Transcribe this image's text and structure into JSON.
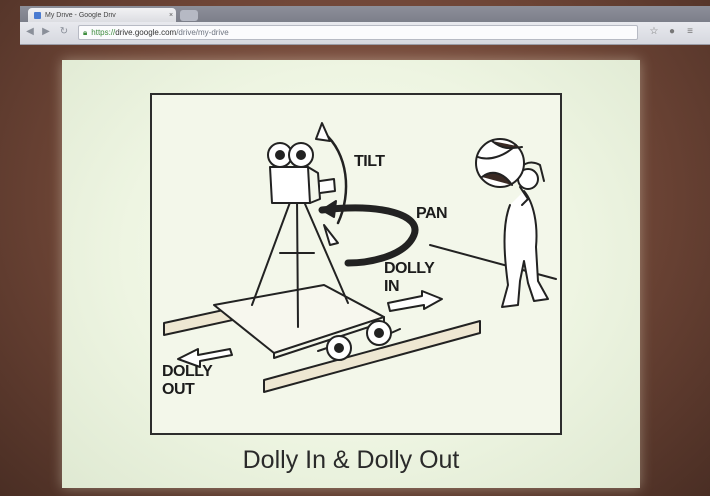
{
  "browser": {
    "tab_title": "My Drive - Google Driv",
    "tab_close": "×",
    "url_prefix": "https://",
    "url_host": "drive.google.com",
    "url_path": "/drive/my-drive",
    "icons": [
      "back-icon",
      "forward-icon",
      "reload-icon",
      "lock-icon",
      "star-icon",
      "extension-icon",
      "menu-icon"
    ]
  },
  "slide": {
    "labels": {
      "tilt": "TILT",
      "pan": "PAN",
      "dolly_in": "DOLLY\nIN",
      "dolly_out": "DOLLY\nOUT"
    },
    "caption": "Dolly In & Dolly Out"
  }
}
